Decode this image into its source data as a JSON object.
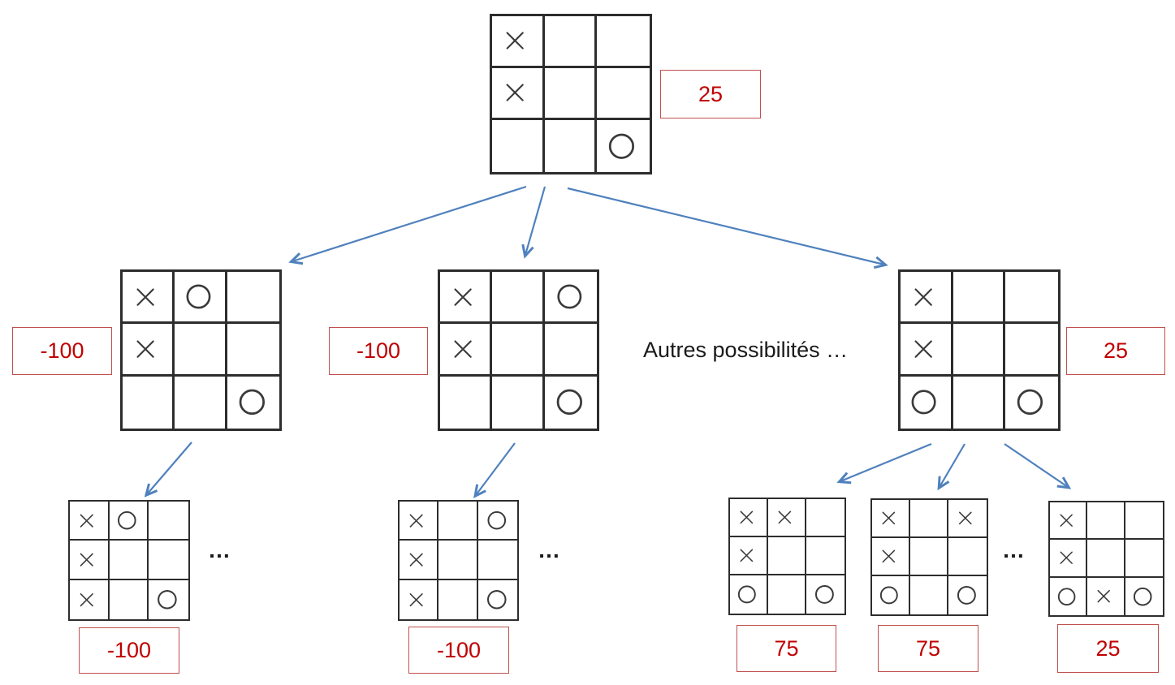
{
  "colors": {
    "arrow": "#4f81bd",
    "score-border": "#c0504d",
    "score-text": "#c00000",
    "grid": "#2d2d2d",
    "mark": "#3a3a3a"
  },
  "labels": {
    "other_possibilities": "Autres possibilités …",
    "ellipsis": "…"
  },
  "boards": {
    "root": {
      "cells": [
        "X",
        "",
        "",
        "X",
        "",
        "",
        "",
        "",
        "O"
      ],
      "score": "25"
    },
    "level2_left": {
      "cells": [
        "X",
        "O",
        "",
        "X",
        "",
        "",
        "",
        "",
        "O"
      ],
      "score": "-100"
    },
    "level2_center": {
      "cells": [
        "X",
        "",
        "O",
        "X",
        "",
        "",
        "",
        "",
        "O"
      ],
      "score": "-100"
    },
    "level2_right": {
      "cells": [
        "X",
        "",
        "",
        "X",
        "",
        "",
        "O",
        "",
        "O"
      ],
      "score": "25"
    },
    "leaf1": {
      "cells": [
        "X",
        "O",
        "",
        "X",
        "",
        "",
        "X",
        "",
        "O"
      ],
      "score": "-100"
    },
    "leaf2": {
      "cells": [
        "X",
        "",
        "O",
        "X",
        "",
        "",
        "X",
        "",
        "O"
      ],
      "score": "-100"
    },
    "leaf3": {
      "cells": [
        "X",
        "X",
        "",
        "X",
        "",
        "",
        "O",
        "",
        "O"
      ],
      "score": "75"
    },
    "leaf4": {
      "cells": [
        "X",
        "",
        "X",
        "X",
        "",
        "",
        "O",
        "",
        "O"
      ],
      "score": "75"
    },
    "leaf5": {
      "cells": [
        "X",
        "",
        "",
        "X",
        "",
        "",
        "O",
        "X",
        "O"
      ],
      "score": "25"
    }
  }
}
